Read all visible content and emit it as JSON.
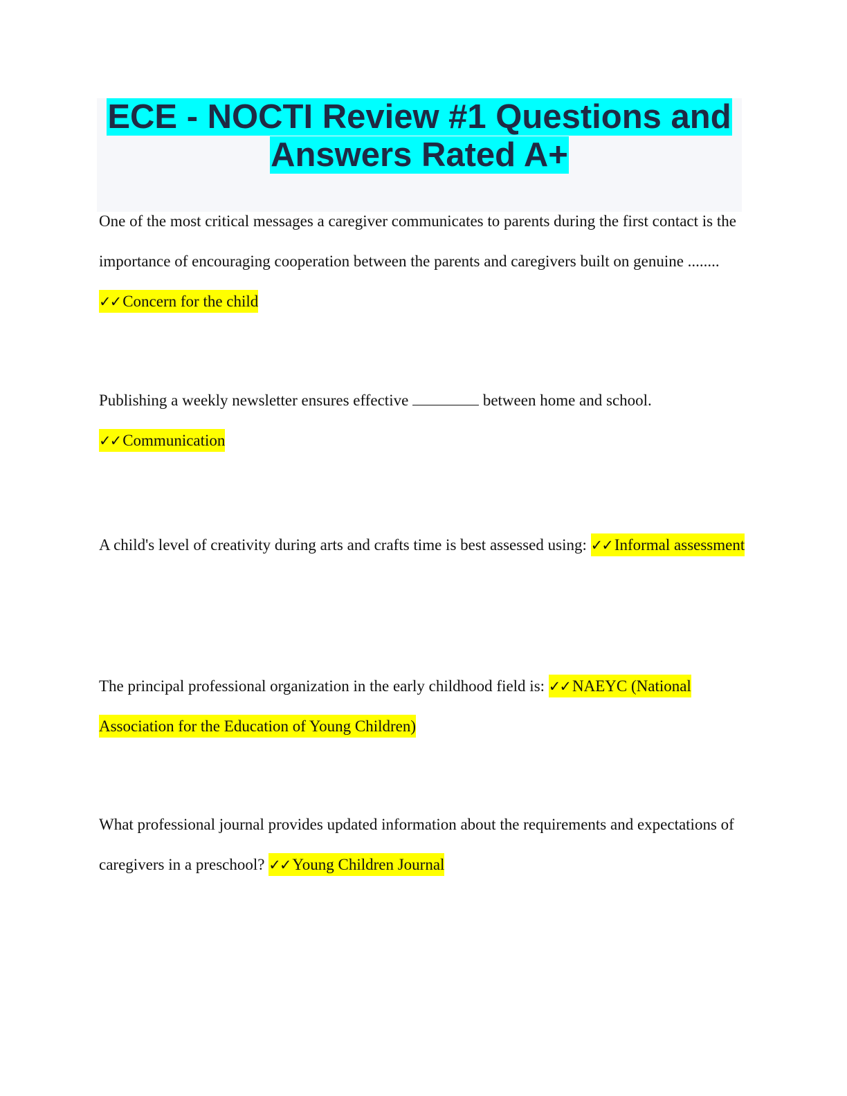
{
  "document": {
    "title_line1": "ECE - NOCTI Review #1 Questions and",
    "title_line2": "Answers Rated A+",
    "check_mark": "✓✓",
    "colors": {
      "title_highlight": "#00ffff",
      "answer_highlight": "#ffff00",
      "title_text": "#1f2a44",
      "title_box_bg": "#f6f7fa"
    }
  },
  "questions": [
    {
      "question": "One of the most critical messages a caregiver communicates to parents during the first contact is the importance of encouraging cooperation between the parents and caregivers built on genuine ........",
      "answer": "Concern for the child"
    },
    {
      "question_before_blank": "Publishing a weekly newsletter ensures effective",
      "question_after_blank": "between home and school.",
      "answer": "Communication"
    },
    {
      "question": "A child's level of creativity during arts and crafts time is best assessed using:",
      "answer": "Informal assessment"
    },
    {
      "question": "The principal professional organization in the early childhood field is:",
      "answer": "NAEYC (National Association for the Education of Young Children)"
    },
    {
      "question": "What professional journal provides updated information about the requirements and expectations of caregivers in a preschool?",
      "answer": "Young Children Journal"
    }
  ]
}
